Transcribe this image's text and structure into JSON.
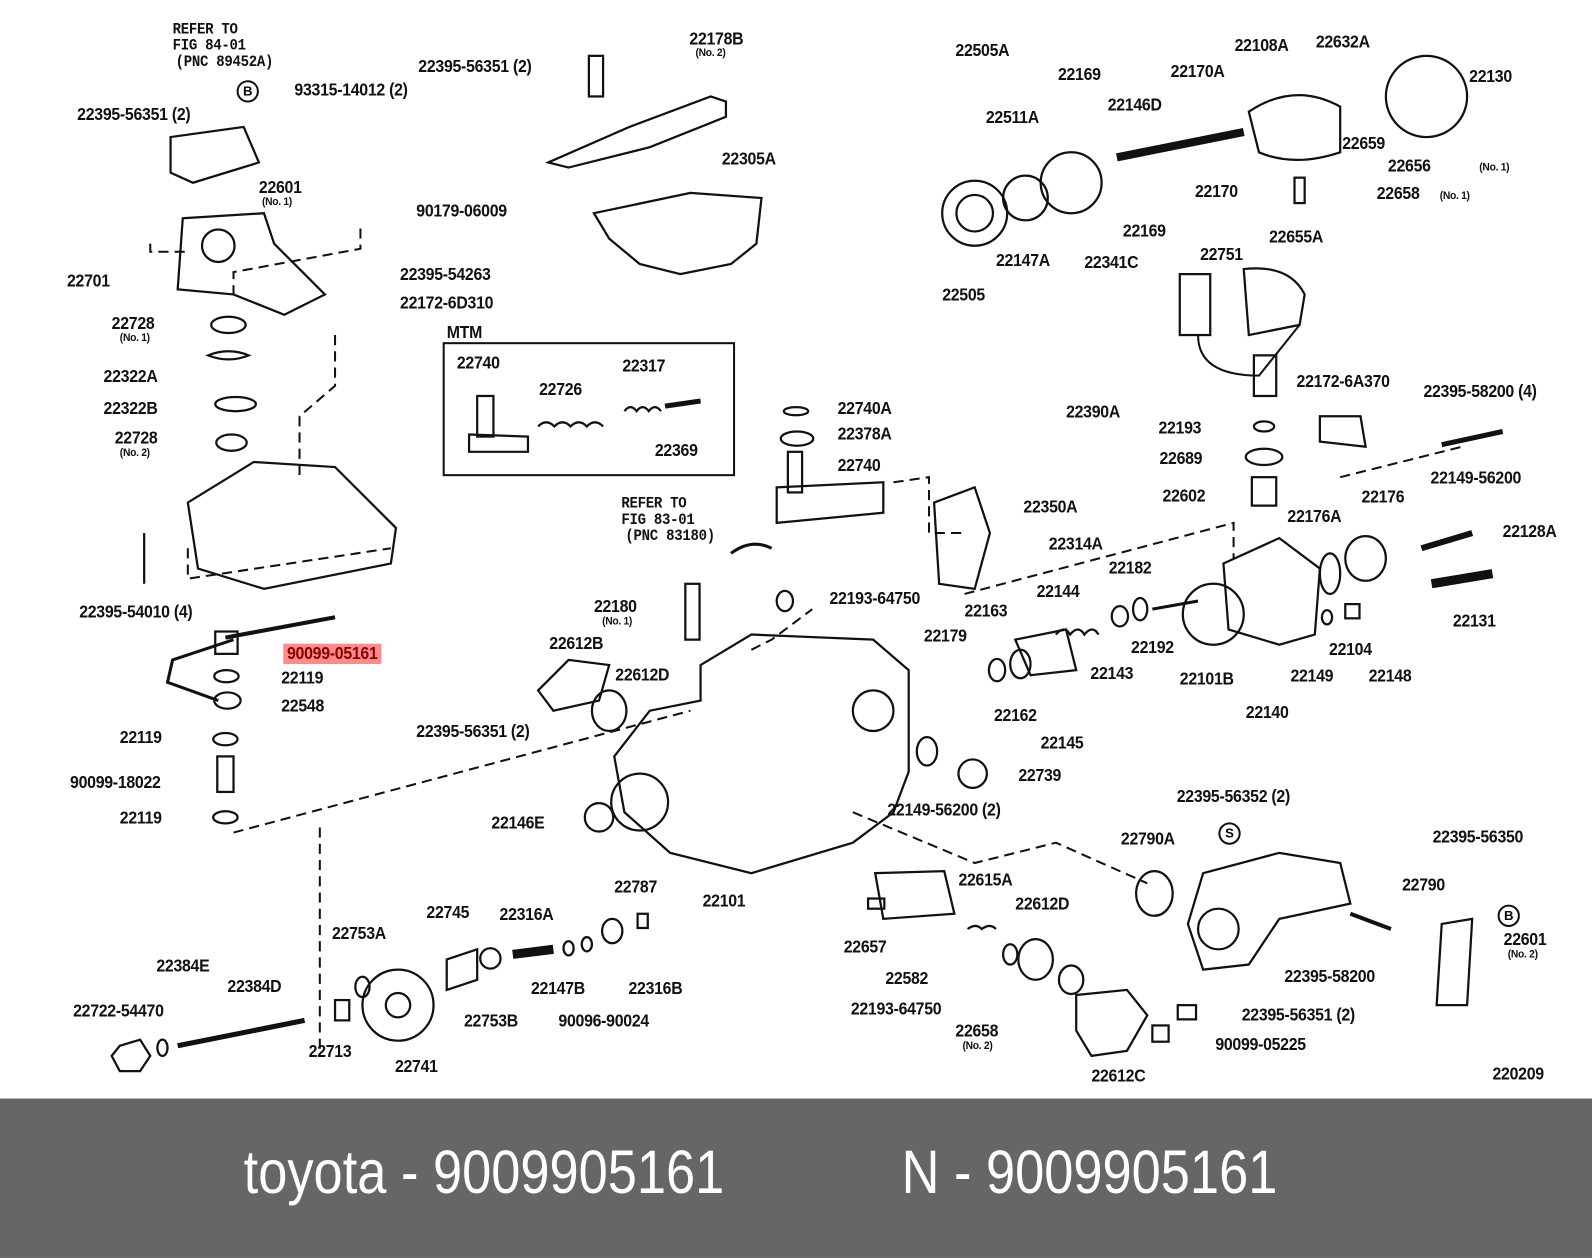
{
  "diagram": {
    "labels": [
      "REFER TO",
      "FIG 84-01",
      "(PNC 89452A)",
      "22395-56351 (2)",
      "93315-14012 (2)",
      "22601",
      "(No. 1)",
      "90179-06009",
      "22701",
      "22395-54263",
      "22172-6D310",
      "22728",
      "(No. 1)",
      "22322A",
      "22322B",
      "22728",
      "(No. 2)",
      "22395-54010 (4)",
      "90099-05161",
      "22119",
      "22548",
      "22119",
      "90099-18022",
      "22119",
      "MTM",
      "22740",
      "22726",
      "22317",
      "22369",
      "22395-56351 (2)",
      "22178B",
      "(No. 2)",
      "22305A",
      "22740A",
      "22378A",
      "22740",
      "REFER TO",
      "FIG 83-01",
      "(PNC 83180)",
      "22193-64750",
      "22180",
      "(No. 1)",
      "22612B",
      "22612D",
      "22395-56351 (2)",
      "22146E",
      "22101",
      "22739",
      "22149-56200 (2)",
      "22505A",
      "22169",
      "22170A",
      "22108A",
      "22632A",
      "22130",
      "22146D",
      "22511A",
      "22659",
      "22656",
      "(No. 1)",
      "22658",
      "(No. 1)",
      "22170",
      "22169",
      "22655A",
      "22147A",
      "22341C",
      "22505",
      "22751",
      "22172-6A370",
      "22395-58200 (4)",
      "22390A",
      "22193",
      "22689",
      "22602",
      "22149-56200",
      "22176",
      "22350A",
      "22314A",
      "22176A",
      "22128A",
      "22144",
      "22182",
      "22163",
      "22131",
      "22179",
      "22192",
      "22104",
      "22143",
      "22101B",
      "22149",
      "22148",
      "22162",
      "22140",
      "22145",
      "22395-56352 (2)",
      "22790A",
      "22395-56350",
      "22790",
      "22601",
      "(No. 2)",
      "22395-58200",
      "22395-56351 (2)",
      "90099-05225",
      "22612C",
      "220209",
      "22615A",
      "22612D",
      "22657",
      "22582",
      "22193-64750",
      "22658",
      "(No. 2)",
      "22787",
      "22745",
      "22316A",
      "22147B",
      "22316B",
      "90096-90024",
      "22753B",
      "22753A",
      "22384E",
      "22384D",
      "22722-54470",
      "22713",
      "22741"
    ],
    "highlighted_part": "90099-05161",
    "badge_b": "B",
    "badge_s": "S"
  },
  "footer": {
    "left": "toyota - 9009905161",
    "right": "N - 9009905161"
  },
  "colors": {
    "highlight": "#ff8a8a",
    "footer_bg": "#666666"
  }
}
